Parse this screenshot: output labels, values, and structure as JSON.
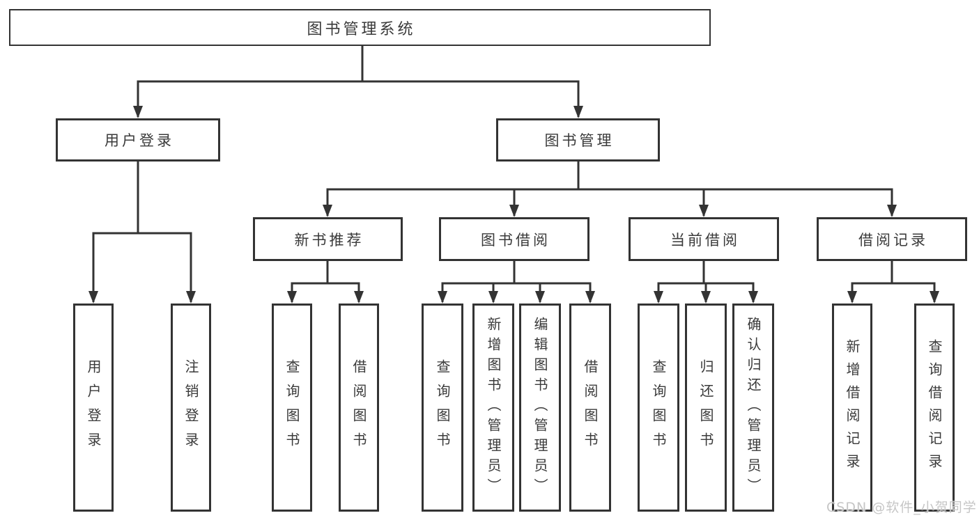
{
  "diagram_title": "图书管理系统",
  "nodes": {
    "root": {
      "label": "图书管理系统"
    },
    "l2": [
      {
        "label": "用户登录"
      },
      {
        "label": "图书管理"
      }
    ],
    "l3": [
      {
        "label": "新书推荐"
      },
      {
        "label": "图书借阅"
      },
      {
        "label": "当前借阅"
      },
      {
        "label": "借阅记录"
      }
    ],
    "leaf": [
      {
        "label": "用户登录"
      },
      {
        "label": "注销登录"
      },
      {
        "label": "查询图书"
      },
      {
        "label": "借阅图书"
      },
      {
        "label": "查询图书"
      },
      {
        "label": "新增图书（管理员）"
      },
      {
        "label": "编辑图书（管理员）"
      },
      {
        "label": "借阅图书"
      },
      {
        "label": "查询图书"
      },
      {
        "label": "归还图书"
      },
      {
        "label": "确认归还（管理员）"
      },
      {
        "label": "新增借阅记录"
      },
      {
        "label": "查询借阅记录"
      }
    ]
  },
  "edges": [
    {
      "from": "图书管理系统",
      "to": [
        "用户登录",
        "图书管理"
      ]
    },
    {
      "from": "用户登录",
      "to": [
        "用户登录",
        "注销登录"
      ]
    },
    {
      "from": "图书管理",
      "to": [
        "新书推荐",
        "图书借阅",
        "当前借阅",
        "借阅记录"
      ]
    },
    {
      "from": "新书推荐",
      "to": [
        "查询图书",
        "借阅图书"
      ]
    },
    {
      "from": "图书借阅",
      "to": [
        "查询图书",
        "新增图书（管理员）",
        "编辑图书（管理员）",
        "借阅图书"
      ]
    },
    {
      "from": "当前借阅",
      "to": [
        "查询图书",
        "归还图书",
        "确认归还（管理员）"
      ]
    },
    {
      "from": "借阅记录",
      "to": [
        "新增借阅记录",
        "查询借阅记录"
      ]
    }
  ],
  "watermark": {
    "text": "CSDN @软件_小贺同学"
  },
  "colors": {
    "line": "#333333",
    "box_border": "#333333",
    "text": "#3a3a3a",
    "background": "#ffffff",
    "watermark": "#c6c6c6"
  }
}
